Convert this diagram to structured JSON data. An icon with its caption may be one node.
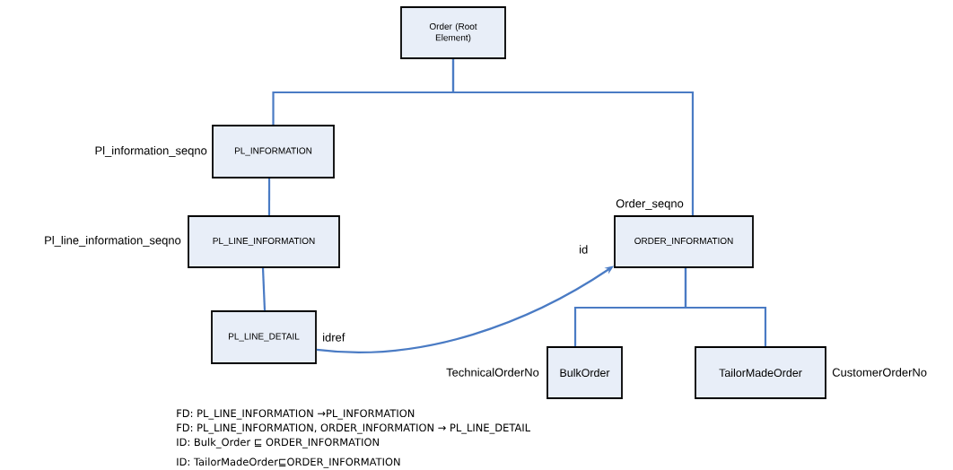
{
  "diagram": {
    "nodes": [
      {
        "text": [
          "Order (Root Element)"
        ]
      },
      {
        "text": [
          "PL_INFORMATION"
        ],
        "beside": [
          "Pl_information_seqno"
        ]
      },
      {
        "text": [
          "PL_LINE_INFORMATION"
        ],
        "beside": [
          "Pl_line_information_seqno"
        ]
      },
      {
        "text": [
          "PL_LINE_DETAIL"
        ],
        "beside": [
          "idref"
        ]
      },
      {
        "text": [
          "ORDER_INFORMATION"
        ],
        "beside": [
          "Order_seqno",
          "id"
        ]
      },
      {
        "text": [
          "BulkOrder"
        ],
        "beside": [
          "TechnicalOrderNo"
        ]
      },
      {
        "text": [
          "TailorMadeOrder"
        ],
        "beside": [
          "CustomerOrderNo"
        ]
      }
    ],
    "edges": [
      {
        "from": 0,
        "to": 1,
        "arrow": "none"
      },
      {
        "from": 0,
        "to": 4,
        "arrow": "none"
      },
      {
        "from": 1,
        "to": 2,
        "arrow": "none"
      },
      {
        "from": 2,
        "to": 3,
        "arrow": "none"
      },
      {
        "from": 4,
        "to": 5,
        "arrow": "none"
      },
      {
        "from": 4,
        "to": 6,
        "arrow": "none"
      },
      {
        "from": 3,
        "to": 4,
        "arrow": "to"
      }
    ],
    "labels": [
      "FD: PL_LINE_INFORMATION →PL_INFORMATION",
      "FD:  PL_LINE_INFORMATION, ORDER_INFORMATION →   PL_LINE_DETAIL",
      "ID:  Bulk_Order ⊑ ORDER_INFORMATION",
      "ID: TailorMadeOrder⊑ORDER_INFORMATION"
    ]
  }
}
